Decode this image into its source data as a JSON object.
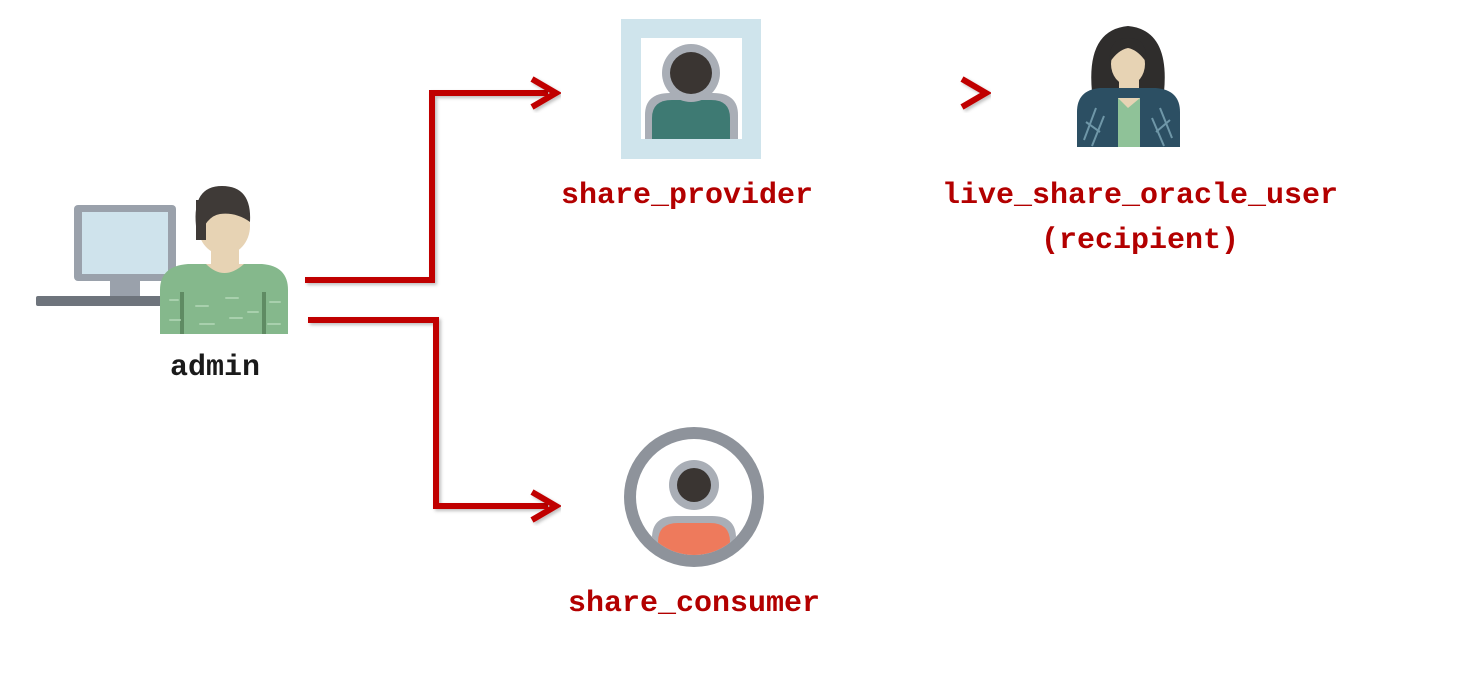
{
  "colors": {
    "arrow": "#c00000",
    "label_red": "#b30000",
    "label_dark": "#1a1a1a"
  },
  "nodes": {
    "admin": {
      "label": "admin",
      "icon": "admin-computer-user-icon"
    },
    "share_provider": {
      "label": "share_provider",
      "icon": "user-portrait-icon"
    },
    "recipient": {
      "label_line1": "live_share_oracle_user",
      "label_line2": "(recipient)",
      "icon": "woman-user-icon"
    },
    "share_consumer": {
      "label": "share_consumer",
      "icon": "user-circle-icon"
    }
  },
  "edges": [
    {
      "from": "admin",
      "to": "share_provider"
    },
    {
      "from": "admin",
      "to": "share_consumer"
    },
    {
      "from": "share_provider",
      "to": "recipient"
    }
  ]
}
